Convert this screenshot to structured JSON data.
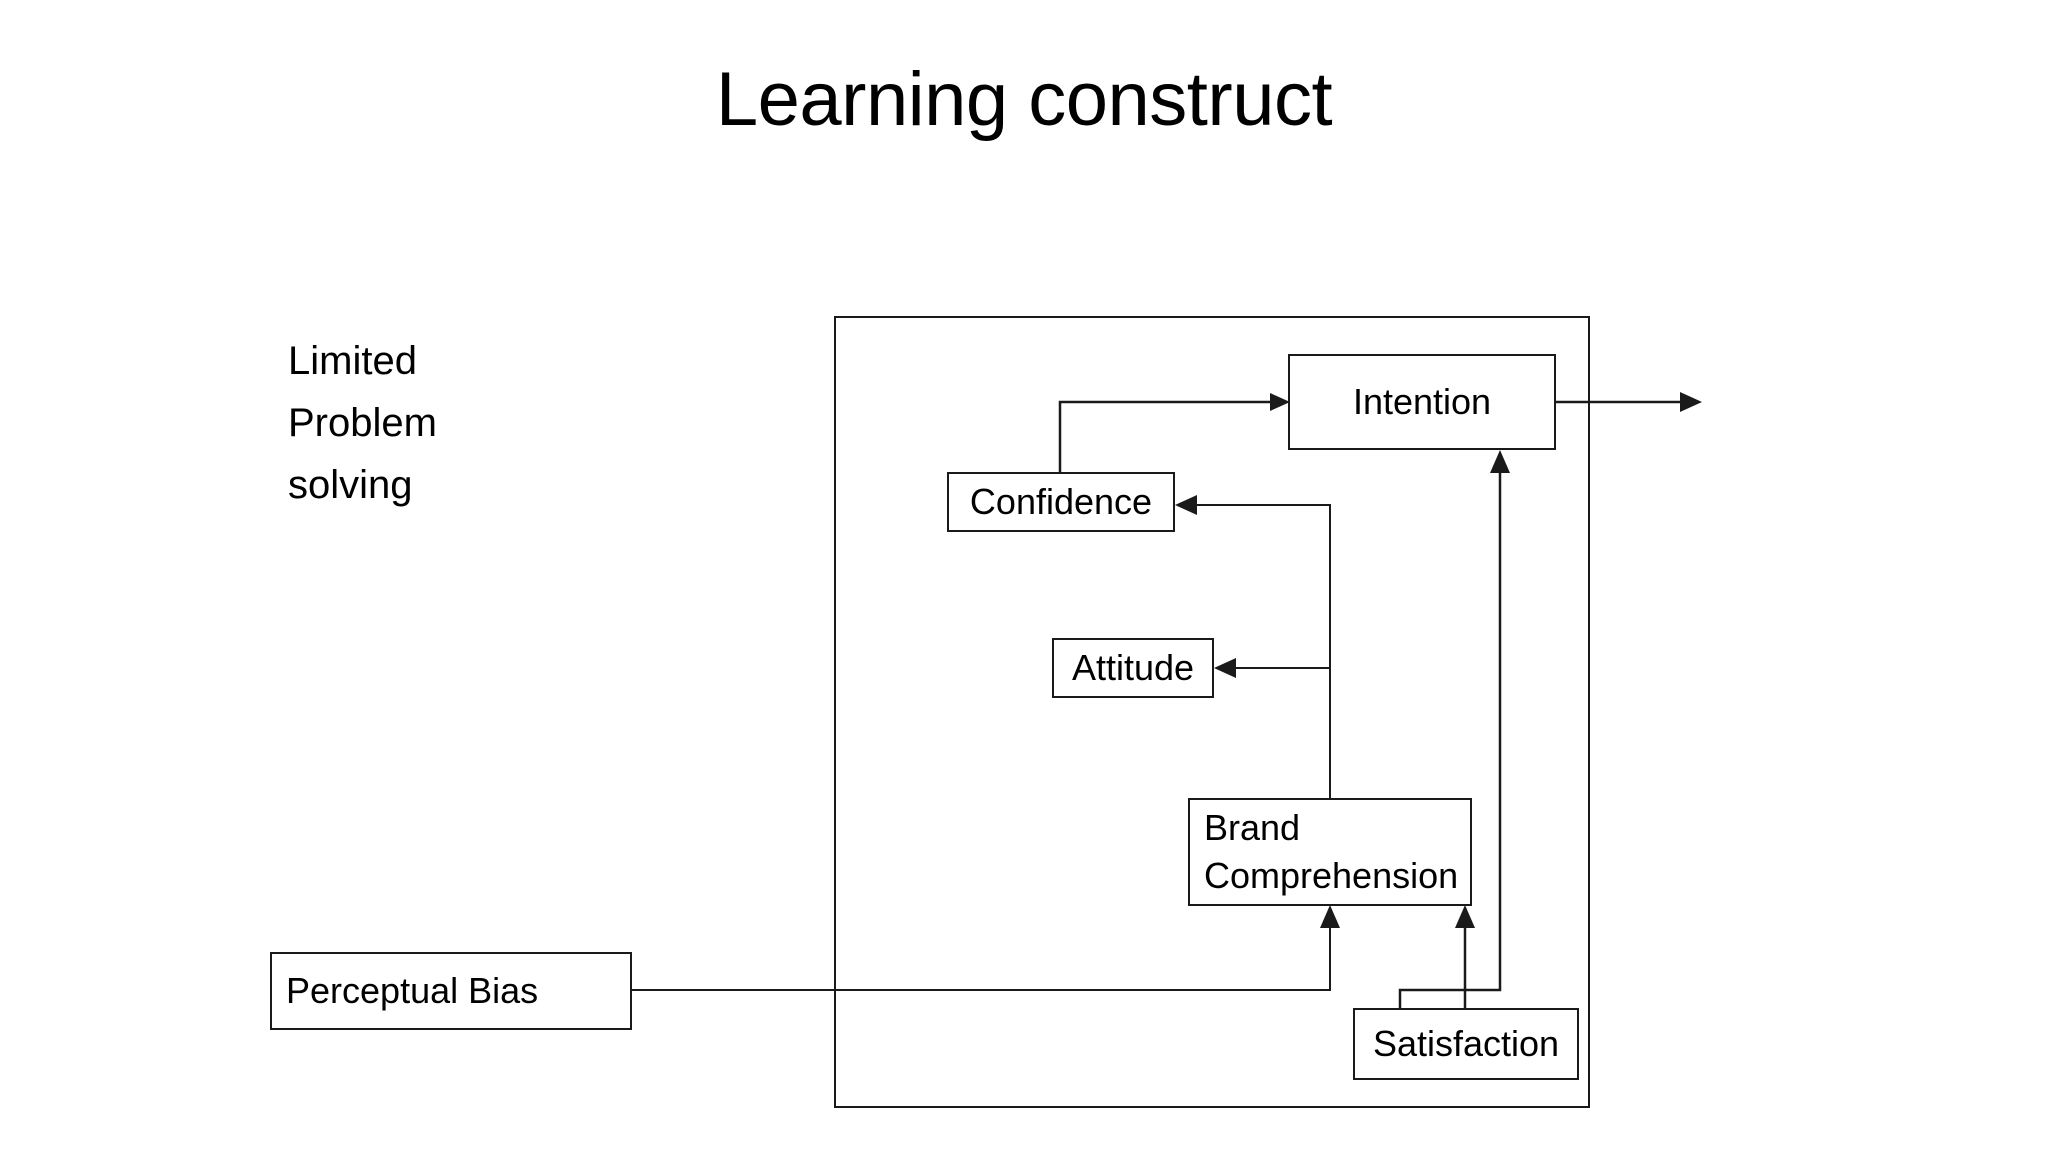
{
  "slide": {
    "title": "Learning construct",
    "background_color": "#ffffff",
    "line_color": "#1a1a1a",
    "text_color": "#000000"
  },
  "side_caption": {
    "lines": [
      "Limited",
      "Problem",
      "solving"
    ]
  },
  "container": {
    "name": "learning-construct-boundary",
    "label": ""
  },
  "nodes": {
    "intention": {
      "label": "Intention"
    },
    "confidence": {
      "label": "Confidence"
    },
    "attitude": {
      "label": "Attitude"
    },
    "brand_comprehension": {
      "label": "Brand\nComprehension"
    },
    "satisfaction": {
      "label": "Satisfaction"
    },
    "perceptual_bias": {
      "label": "Perceptual Bias"
    }
  },
  "edges": [
    {
      "from": "confidence",
      "to": "intention",
      "style": "orthogonal",
      "arrow": "to"
    },
    {
      "from": "intention",
      "to": "output",
      "style": "straight",
      "arrow": "to"
    },
    {
      "from": "brand_comprehension",
      "to": "confidence",
      "style": "orthogonal",
      "arrow": "to"
    },
    {
      "from": "brand_comprehension",
      "to": "attitude",
      "style": "orthogonal",
      "arrow": "to"
    },
    {
      "from": "perceptual_bias",
      "to": "brand_comprehension",
      "style": "orthogonal",
      "arrow": "to"
    },
    {
      "from": "satisfaction",
      "to": "brand_comprehension",
      "style": "orthogonal",
      "arrow": "to"
    },
    {
      "from": "satisfaction",
      "to": "intention",
      "style": "orthogonal",
      "arrow": "to"
    }
  ]
}
